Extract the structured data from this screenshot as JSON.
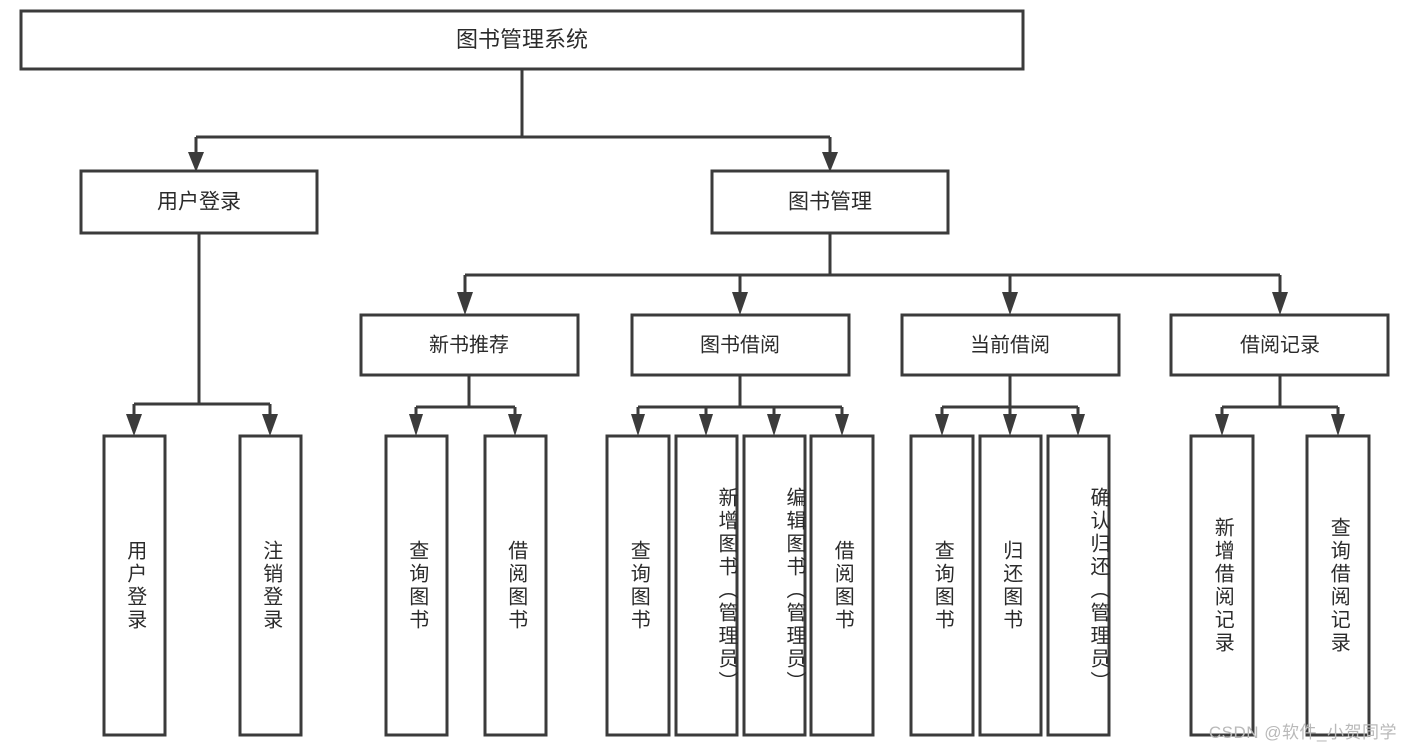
{
  "diagram": {
    "type": "tree-hierarchy",
    "title": "图书管理系统",
    "watermark": "CSDN @软件_小贺同学",
    "colors": {
      "stroke": "#3b3b3b",
      "box_fill": "#ffffff",
      "text": "#2b2b2b",
      "background": "#ffffff",
      "watermark": "#b9b9b9"
    },
    "levels": {
      "root": {
        "label": "图书管理系统"
      },
      "level2": [
        {
          "id": "user-login",
          "label": "用户登录"
        },
        {
          "id": "book-manage",
          "label": "图书管理"
        }
      ],
      "level3": [
        {
          "id": "new-book-rec",
          "label": "新书推荐",
          "parent": "book-manage"
        },
        {
          "id": "book-borrow",
          "label": "图书借阅",
          "parent": "book-manage"
        },
        {
          "id": "current-borrow",
          "label": "当前借阅",
          "parent": "book-manage"
        },
        {
          "id": "borrow-record",
          "label": "借阅记录",
          "parent": "book-manage"
        }
      ],
      "leaves": {
        "user-login": [
          "用户登录",
          "注销登录"
        ],
        "new-book-rec": [
          "查询图书",
          "借阅图书"
        ],
        "book-borrow": [
          "查询图书",
          "新增图书（管理员）",
          "编辑图书（管理员）",
          "借阅图书"
        ],
        "current-borrow": [
          "查询图书",
          "归还图书",
          "确认归还（管理员）"
        ],
        "borrow-record": [
          "新增借阅记录",
          "查询借阅记录"
        ]
      }
    },
    "leaf_nodes": [
      {
        "id": "leaf-user-login",
        "label": "用户登录"
      },
      {
        "id": "leaf-logout-login",
        "label": "注销登录"
      },
      {
        "id": "leaf-query-book-1",
        "label": "查询图书"
      },
      {
        "id": "leaf-borrow-book-1",
        "label": "借阅图书"
      },
      {
        "id": "leaf-query-book-2",
        "label": "查询图书"
      },
      {
        "id": "leaf-add-book-admin",
        "label": "新增图书（管理员）"
      },
      {
        "id": "leaf-edit-book-admin",
        "label": "编辑图书（管理员）"
      },
      {
        "id": "leaf-borrow-book-2",
        "label": "借阅图书"
      },
      {
        "id": "leaf-query-book-3",
        "label": "查询图书"
      },
      {
        "id": "leaf-return-book",
        "label": "归还图书"
      },
      {
        "id": "leaf-confirm-return-admin",
        "label": "确认归还（管理员）"
      },
      {
        "id": "leaf-add-borrow-record",
        "label": "新增借阅记录"
      },
      {
        "id": "leaf-query-borrow-record",
        "label": "查询借阅记录"
      }
    ]
  }
}
